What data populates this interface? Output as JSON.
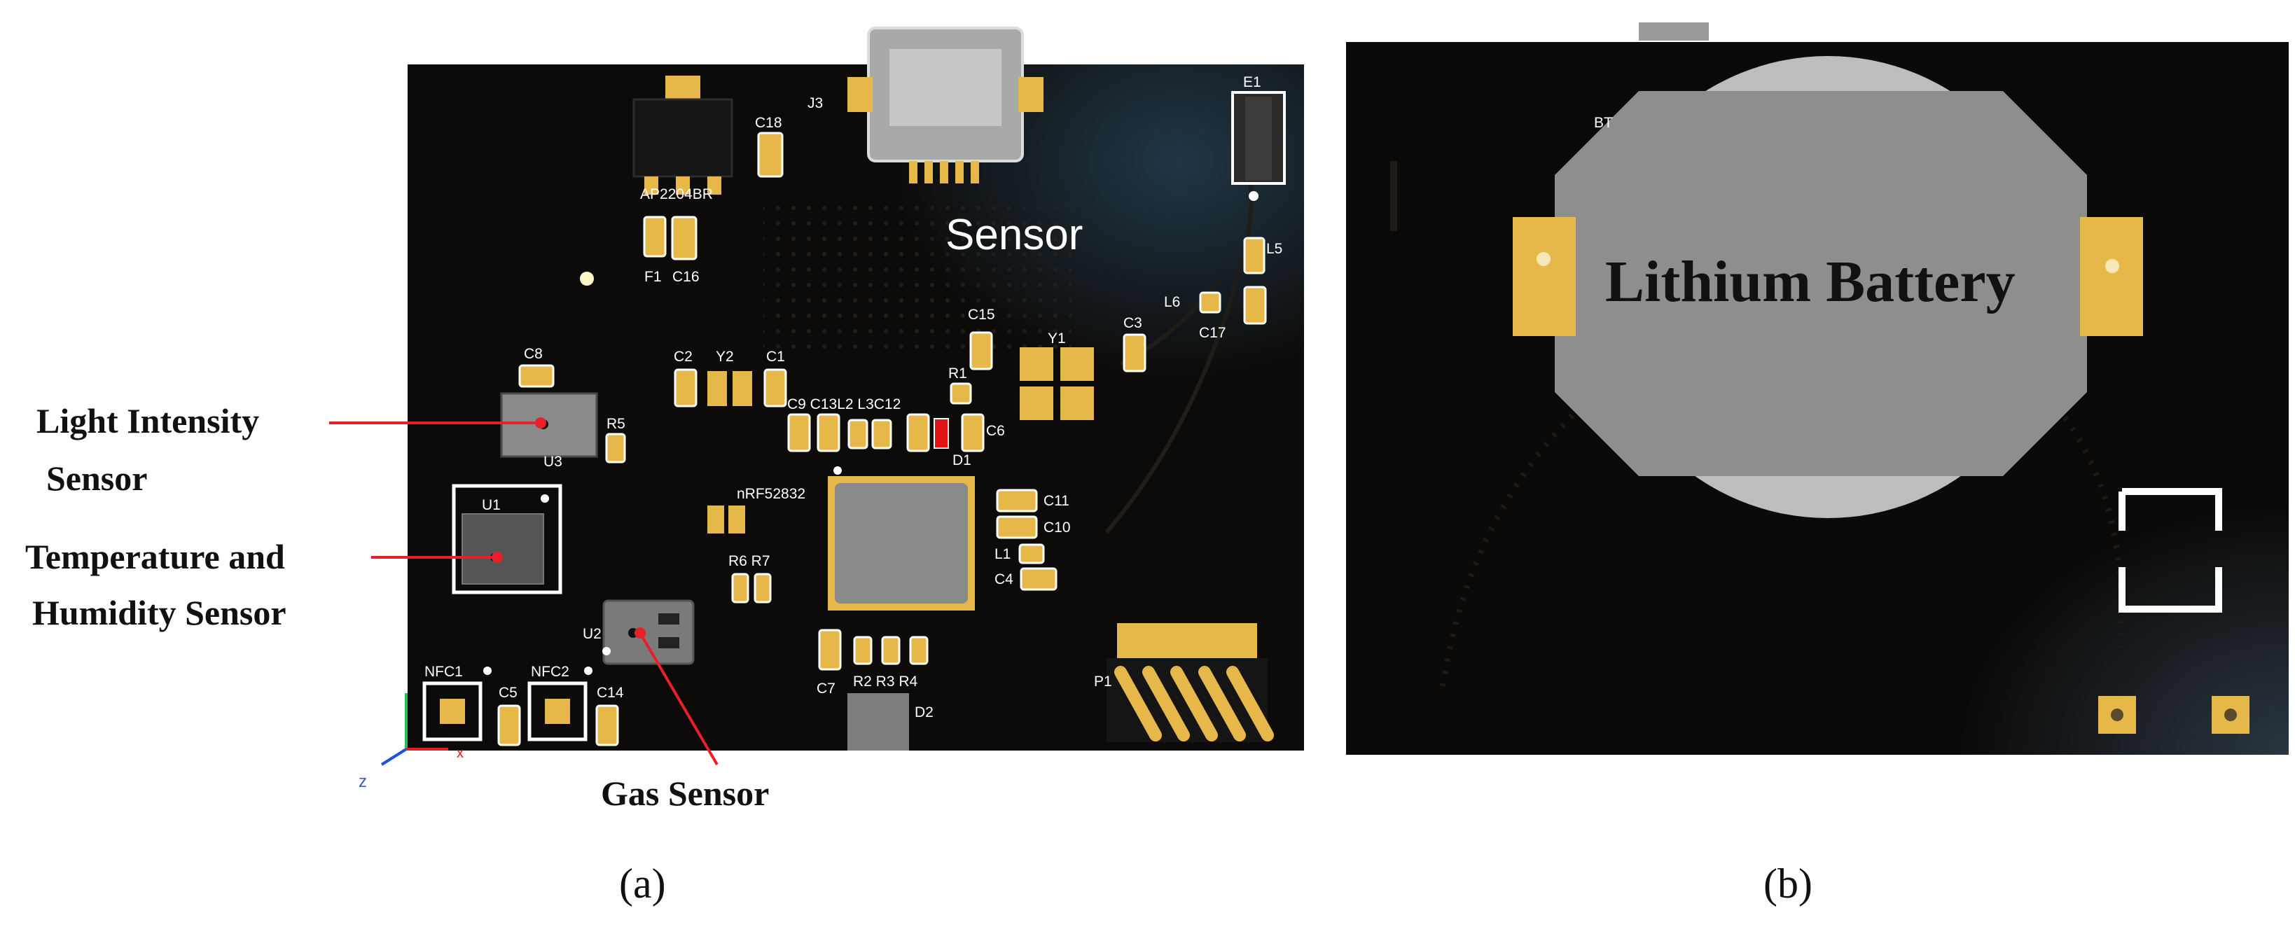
{
  "figure": {
    "panel_a_label": "(a)",
    "panel_b_label": "(b)"
  },
  "board_a": {
    "title": "Sensor",
    "silkscreen": {
      "reg": "AP2204BR",
      "c18": "C18",
      "j3": "J3",
      "e1": "E1",
      "f1": "F1",
      "c16": "C16",
      "l5": "L5",
      "l6": "L6",
      "c17": "C17",
      "c15": "C15",
      "c3": "C3",
      "y1": "Y1",
      "c8": "C8",
      "c2": "C2",
      "y2": "Y2",
      "c1": "C1",
      "r1": "R1",
      "group1": "C9 C13L2 L3C12",
      "c6": "C6",
      "r5": "R5",
      "u3": "U3",
      "d1": "D1",
      "mcu": "nRF52832",
      "u1": "U1",
      "c11": "C11",
      "c10": "C10",
      "l1": "L1",
      "c4": "C4",
      "r6r7": "R6 R7",
      "u2": "U2",
      "c7": "C7",
      "r234": "R2 R3 R4",
      "p1": "P1",
      "d2": "D2",
      "nfc1": "NFC1",
      "nfc2": "NFC2",
      "c5": "C5",
      "c14": "C14",
      "axis_z": "z",
      "axis_x": "x"
    },
    "callouts": {
      "light_1": "Light Intensity",
      "light_2": "Sensor",
      "temp_1": "Temperature and",
      "temp_2": "Humidity Sensor",
      "gas": "Gas Sensor"
    }
  },
  "board_b": {
    "battery_label": "Lithium Battery",
    "silk_bt": "BT"
  },
  "colors": {
    "pcb": "#0d0b09",
    "pad_gold": "#e6b84a",
    "callout_line": "#e8202a",
    "battery_body": "#8e8e8e",
    "battery_top": "#bdbdbd",
    "chip_grey": "#8a8a8a"
  }
}
